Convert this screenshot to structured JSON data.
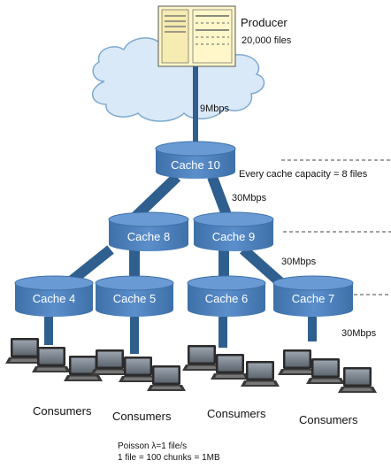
{
  "producer": {
    "title": "Producer",
    "files": "20,000 files"
  },
  "links": {
    "producer_link": "9Mbps",
    "level1": "30Mbps",
    "level2": "30Mbps",
    "level3": "30Mbps"
  },
  "capacity_note": "Every cache capacity = 8 files",
  "caches": [
    "Cache 10",
    "Cache 8",
    "Cache 9",
    "Cache 4",
    "Cache 5",
    "Cache 6",
    "Cache 7"
  ],
  "consumers": [
    "Consumers",
    "Consumers",
    "Consumers",
    "Consumers"
  ],
  "footer": {
    "line1": "Poisson λ=1 file/s",
    "line2": "1 file = 100 chunks = 1MB"
  },
  "colors": {
    "cache": "#4F81BD",
    "link": "#2F5F8F",
    "cloud": "#D9E9F7",
    "server": "#FFF7C9"
  }
}
